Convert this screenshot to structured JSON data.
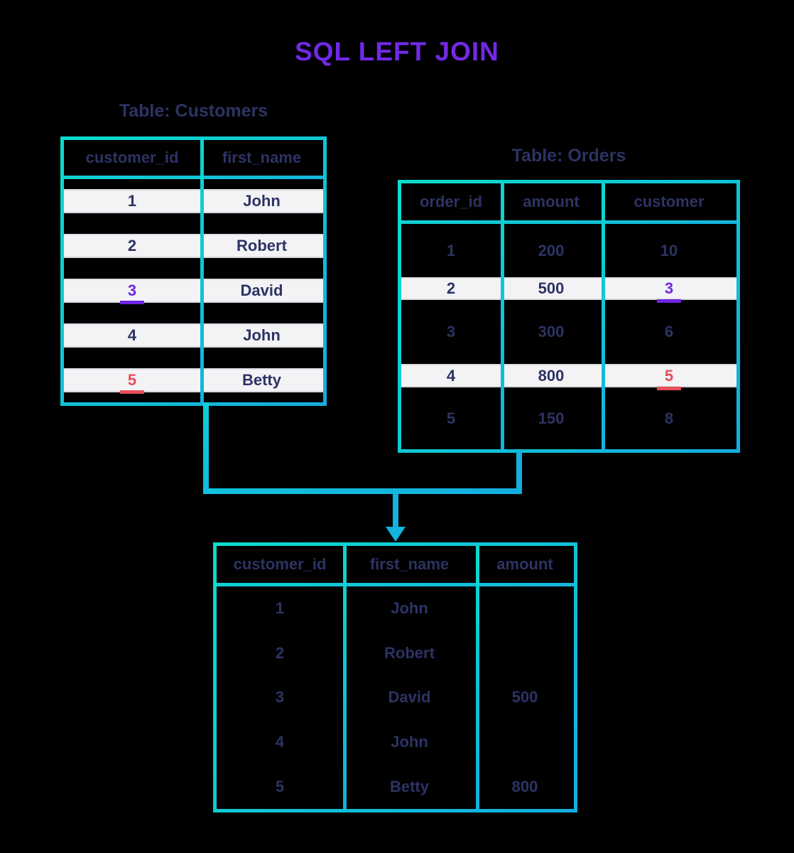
{
  "title": "SQL LEFT JOIN",
  "colors": {
    "border_teal": "#0bdccb",
    "border_blue": "#13addf",
    "text_navy": "#2d3363",
    "accent_purple": "#6f26e2",
    "accent_red": "#e84e57",
    "row_band": "#f3f3f6",
    "background": "#000000",
    "title_purple": "#7129e6"
  },
  "tables": {
    "customers": {
      "label": "Table: Customers",
      "columns": [
        "customer_id",
        "first_name"
      ],
      "rows": [
        {
          "cells": [
            "1",
            "John"
          ]
        },
        {
          "cells": [
            "2",
            "Robert"
          ]
        },
        {
          "cells": [
            "3",
            "David"
          ],
          "highlight": "purple",
          "highlight_cell": "customer_id"
        },
        {
          "cells": [
            "4",
            "John"
          ]
        },
        {
          "cells": [
            "5",
            "Betty"
          ],
          "highlight": "red",
          "highlight_cell": "customer_id"
        }
      ]
    },
    "orders": {
      "label": "Table: Orders",
      "columns": [
        "order_id",
        "amount",
        "customer"
      ],
      "rows": [
        {
          "cells": [
            "1",
            "200",
            "10"
          ],
          "band": false
        },
        {
          "cells": [
            "2",
            "500",
            "3"
          ],
          "band": true,
          "highlight": "purple",
          "highlight_cell": "customer"
        },
        {
          "cells": [
            "3",
            "300",
            "6"
          ],
          "band": false
        },
        {
          "cells": [
            "4",
            "800",
            "5"
          ],
          "band": true,
          "highlight": "red",
          "highlight_cell": "customer"
        },
        {
          "cells": [
            "5",
            "150",
            "8"
          ],
          "band": false
        }
      ]
    },
    "result": {
      "columns": [
        "customer_id",
        "first_name",
        "amount"
      ],
      "rows": [
        {
          "cells": [
            "1",
            "John",
            ""
          ]
        },
        {
          "cells": [
            "2",
            "Robert",
            ""
          ]
        },
        {
          "cells": [
            "3",
            "David",
            "500"
          ]
        },
        {
          "cells": [
            "4",
            "John",
            ""
          ]
        },
        {
          "cells": [
            "5",
            "Betty",
            "800"
          ]
        }
      ]
    }
  }
}
